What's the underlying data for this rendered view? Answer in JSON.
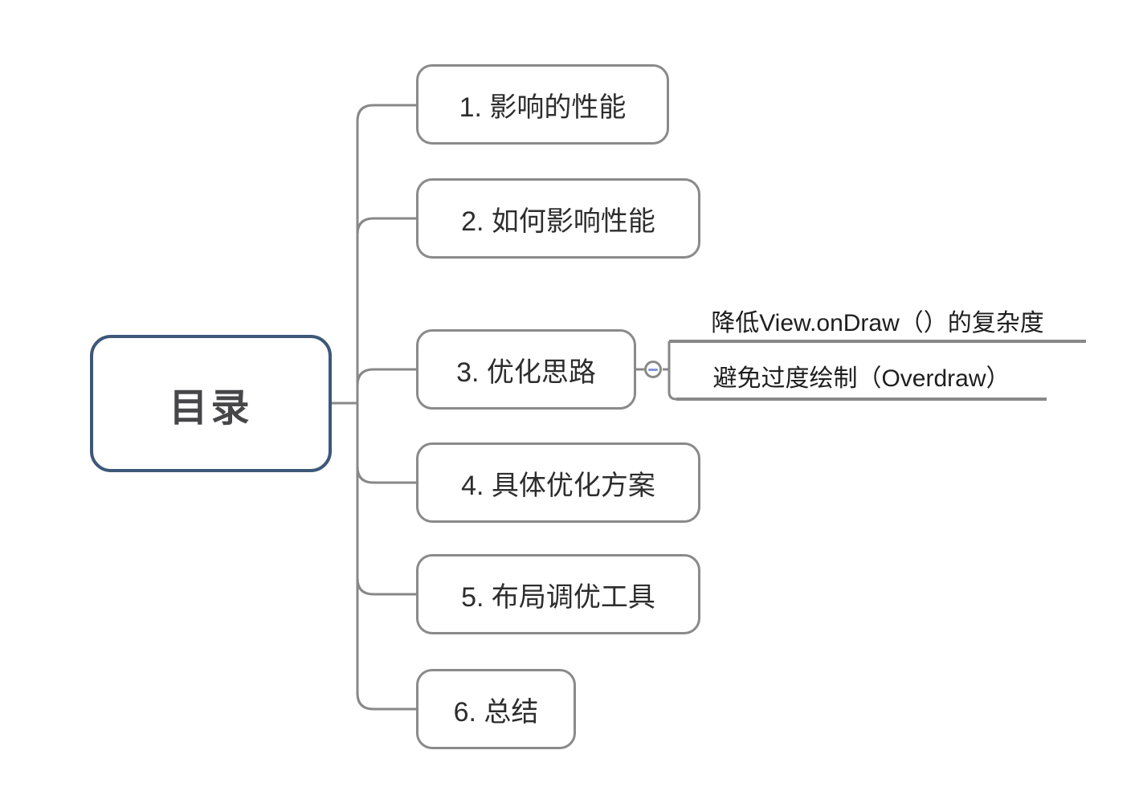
{
  "root": {
    "label": "目录"
  },
  "topics": [
    {
      "label": "1. 影响的性能"
    },
    {
      "label": "2. 如何影响性能"
    },
    {
      "label": "3. 优化思路"
    },
    {
      "label": "4. 具体优化方案"
    },
    {
      "label": "5. 布局调优工具"
    },
    {
      "label": "6. 总结"
    }
  ],
  "subtopics": [
    {
      "label": "降低View.onDraw（）的复杂度"
    },
    {
      "label": "避免过度绘制（Overdraw）"
    }
  ],
  "toggle": {
    "state": "expanded",
    "icon": "minus-icon"
  },
  "colors": {
    "root_border": "#3d5878",
    "topic_border": "#8a8a8a",
    "connector": "#888888",
    "topic_text": "#2d2d2d",
    "root_text": "#47474a",
    "subtopic_text": "#1e1e1e",
    "toggle_minus": "#8495d5",
    "background": "#ffffff"
  }
}
